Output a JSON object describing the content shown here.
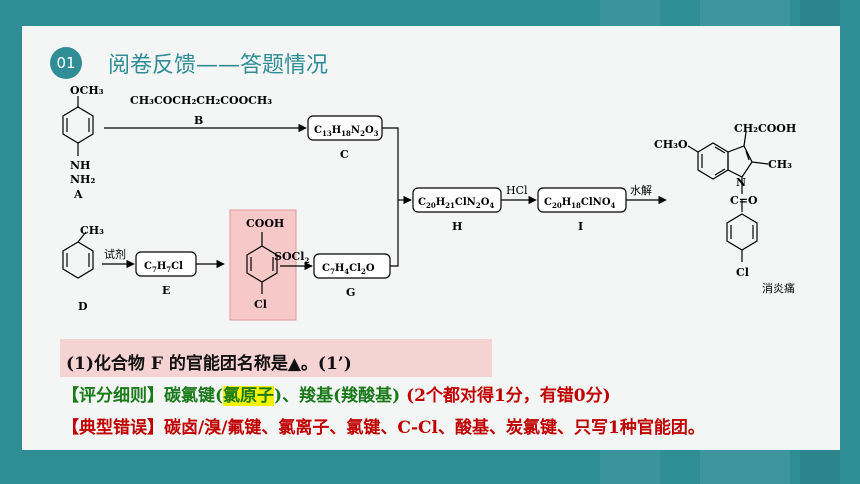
{
  "header": {
    "section_number": "01",
    "title": "阅卷反馈——答题情况"
  },
  "scheme": {
    "reagent_top": "CH₃COCH₂CH₂COOCH₃",
    "label_B": "B",
    "label_A": "A",
    "A_sub_top": "OCH₃",
    "A_sub_nh": "NH",
    "A_sub_nh2": "NH₂",
    "C_formula_parts": [
      "C",
      "13",
      "H",
      "18",
      "N",
      "2",
      "O",
      "3"
    ],
    "label_C": "C",
    "D_methyl": "CH₃",
    "label_D": "D",
    "reagent_shiji": "试剂",
    "E_formula_parts": [
      "C",
      "7",
      "H",
      "7",
      "Cl",
      ""
    ],
    "label_E": "E",
    "F_cooh": "COOH",
    "F_cl": "Cl",
    "label_F": "F",
    "reagent_socl2_parts": [
      "SOCl",
      "2"
    ],
    "G_formula_parts": [
      "C",
      "7",
      "H",
      "4",
      "Cl",
      "2",
      "O",
      ""
    ],
    "label_G": "G",
    "H_formula_parts": [
      "C",
      "20",
      "H",
      "21",
      "ClN",
      "2",
      "O",
      "4"
    ],
    "label_H": "H",
    "reagent_hcl": "HCl",
    "I_formula_parts": [
      "C",
      "20",
      "H",
      "18",
      "ClNO",
      "4"
    ],
    "label_I": "I",
    "reagent_hydrolysis": "水解",
    "prod_ch2cooh": "CH₂COOH",
    "prod_och3": "CH₃O",
    "prod_ch3": "CH₃",
    "prod_n": "N",
    "prod_co": "C=O",
    "prod_cl": "Cl",
    "prod_name": "消炎痛"
  },
  "question": {
    "text_before": "(1)化合物 F 的官能团名称是",
    "blank": "▲",
    "text_after": "。(1’)"
  },
  "scoring": {
    "prefix": "【评分细则】碳氯键(",
    "highlight": "氯原子",
    "middle": ")、羧基(羧酸基) ",
    "note": "(2个都对得1分，有错0分)"
  },
  "errors": {
    "text": "【典型错误】碳卤/溴/氟键、氯离子、氯键、C-Cl、酸基、炭氯键、只写1种官能团。"
  },
  "colors": {
    "theme_teal": "#2f8d95",
    "scoring_green": "#1a7a1a",
    "error_red": "#c00000",
    "highlight_yellow": "#f2f200",
    "question_bg": "#f6d3d3"
  }
}
